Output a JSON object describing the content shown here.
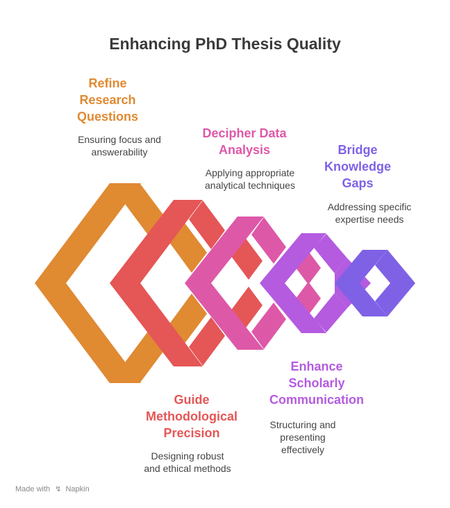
{
  "title": "Enhancing PhD Thesis Quality",
  "steps": [
    {
      "lines": [
        "Refine",
        "Research",
        "Questions"
      ],
      "desc": [
        "Ensuring focus and",
        "answerability"
      ],
      "color": "#e08a32"
    },
    {
      "lines": [
        "Guide",
        "Methodological",
        "Precision"
      ],
      "desc": [
        "Designing robust",
        "and ethical methods"
      ],
      "color": "#e55656"
    },
    {
      "lines": [
        "Decipher Data",
        "Analysis"
      ],
      "desc": [
        "Applying appropriate",
        "analytical techniques"
      ],
      "color": "#de58a8"
    },
    {
      "lines": [
        "Enhance",
        "Scholarly",
        "Communication"
      ],
      "desc": [
        "Structuring and",
        "presenting",
        "effectively"
      ],
      "color": "#b45be0"
    },
    {
      "lines": [
        "Bridge",
        "Knowledge",
        "Gaps"
      ],
      "desc": [
        "Addressing specific",
        "expertise needs"
      ],
      "color": "#7f61e6"
    }
  ],
  "footer": {
    "prefix": "Made with",
    "brand": "Napkin"
  }
}
